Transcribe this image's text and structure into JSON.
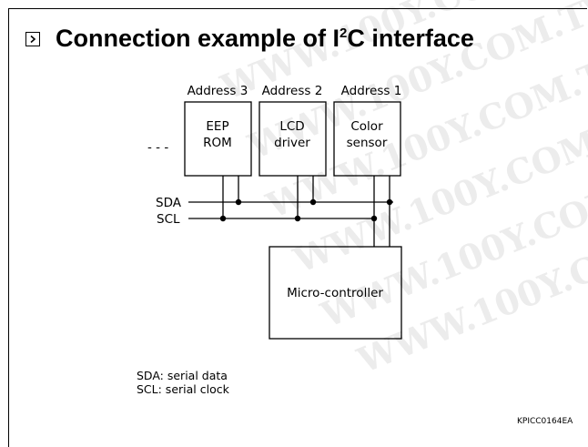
{
  "title": {
    "prefix": "Connection example of I",
    "superscript": "2",
    "suffix": "C interface"
  },
  "watermark": "WWW.100Y.COM.TW",
  "devices": [
    {
      "address": "Address 3",
      "line1": "EEP",
      "line2": "ROM"
    },
    {
      "address": "Address 2",
      "line1": "LCD",
      "line2": "driver"
    },
    {
      "address": "Address 1",
      "line1": "Color",
      "line2": "sensor"
    }
  ],
  "bus": {
    "sda": "SDA",
    "scl": "SCL",
    "continuation": "- - -"
  },
  "controller": "Micro-controller",
  "legend": [
    "SDA: serial data",
    "SCL: serial clock"
  ],
  "figure_code": "KPICC0164EA",
  "colors": {
    "line": "#000000",
    "watermark": "#ebebeb",
    "background": "#ffffff"
  }
}
